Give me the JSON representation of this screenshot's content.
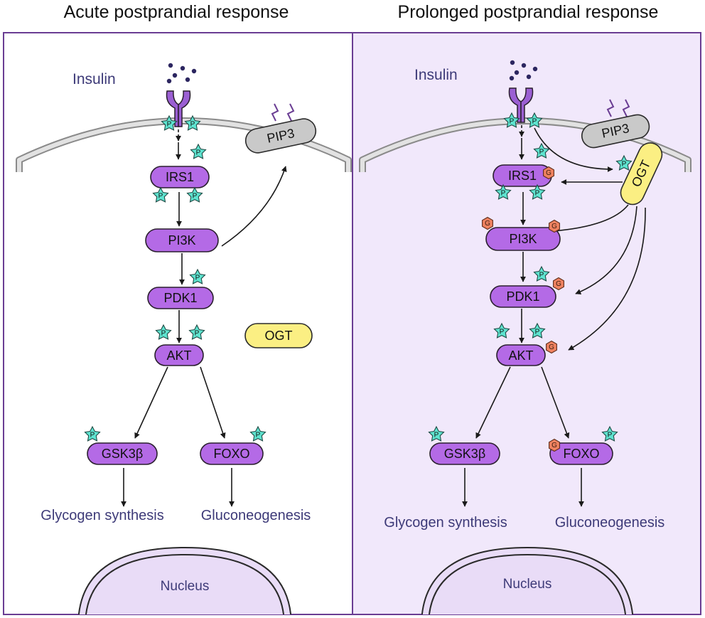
{
  "panels": {
    "left": {
      "title": "Acute postprandial response",
      "insulin": "Insulin",
      "pip3": "PIP3",
      "proteins": {
        "irs1": "IRS1",
        "pi3k": "PI3K",
        "pdk1": "PDK1",
        "akt": "AKT",
        "gsk3b": "GSK3β",
        "foxo": "FOXO"
      },
      "ogt": "OGT",
      "outputs": {
        "glycogen": "Glycogen synthesis",
        "gluconeo": "Gluconeogenesis"
      },
      "nucleus": "Nucleus"
    },
    "right": {
      "title": "Prolonged postprandial response",
      "insulin": "Insulin",
      "pip3": "PIP3",
      "proteins": {
        "irs1": "IRS1",
        "pi3k": "PI3K",
        "pdk1": "PDK1",
        "akt": "AKT",
        "gsk3b": "GSK3β",
        "foxo": "FOXO"
      },
      "ogt": "OGT",
      "outputs": {
        "glycogen": "Glycogen synthesis",
        "gluconeo": "Gluconeogenesis"
      },
      "nucleus": "Nucleus"
    }
  },
  "marks": {
    "phospho": "P",
    "glcnac": "G"
  },
  "colors": {
    "panel_border": "#6a3d93",
    "right_background": "#f1e8fb",
    "protein": "#b46ae6",
    "phospho": "#5ee3cf",
    "glcnac": "#ef8260",
    "ogt": "#fbef83",
    "pip3": "#c9c9c9",
    "nucleus_fill": "#e9dcf7",
    "text_navy": "#3d3a78"
  },
  "icons": [
    "insulin-molecule",
    "insulin-receptor",
    "phospho-star",
    "glcnac-hexagon",
    "lipid-tail"
  ]
}
